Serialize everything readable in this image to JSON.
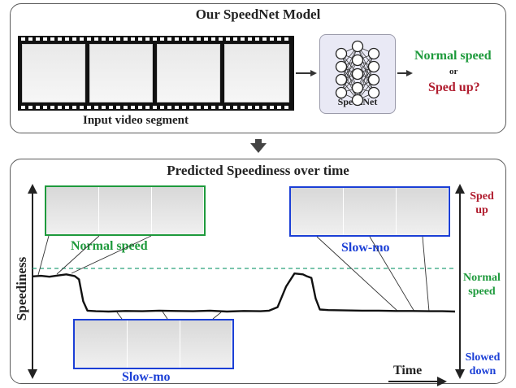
{
  "top_panel": {
    "title": "Our SpeedNet Model",
    "input_caption": "Input video segment",
    "network_label": "SpeedNet",
    "output_normal": "Normal speed",
    "output_or": "or",
    "output_sped_up": "Sped up?"
  },
  "bottom_panel": {
    "title": "Predicted Speediness over time",
    "y_axis_label": "Speediness",
    "x_axis_label": "Time",
    "right_labels": {
      "sped_up_line1": "Sped",
      "sped_up_line2": "up",
      "normal_line1": "Normal",
      "normal_line2": "speed",
      "slowed_line1": "Slowed",
      "slowed_line2": "down"
    },
    "callouts": {
      "normal_speed": "Normal speed",
      "slow_mo_top": "Slow-mo",
      "slow_mo_bottom": "Slow-mo"
    }
  },
  "colors": {
    "green": "#1e9a3c",
    "red": "#b01c2e",
    "blue": "#1b3fd6",
    "curve": "#111111",
    "threshold": "#2aa27a"
  },
  "chart_data": {
    "type": "line",
    "title": "Predicted Speediness over time",
    "xlabel": "Time",
    "ylabel": "Speediness",
    "normal_speed_threshold": 0.0,
    "series": [
      {
        "x": [
          0.0,
          0.02,
          0.04,
          0.06,
          0.08,
          0.1,
          0.11,
          0.12,
          0.13,
          0.15,
          0.18,
          0.22,
          0.26,
          0.3,
          0.34,
          0.38,
          0.42,
          0.46,
          0.5,
          0.54,
          0.56,
          0.58,
          0.6,
          0.62,
          0.64,
          0.65,
          0.66,
          0.67,
          0.68,
          0.7,
          0.74,
          0.78,
          0.82,
          0.86,
          0.9,
          0.94,
          0.97,
          1.0
        ],
        "values": [
          -0.05,
          -0.03,
          -0.06,
          -0.02,
          0.02,
          -0.04,
          -0.15,
          -0.9,
          -1.22,
          -1.24,
          -1.25,
          -1.23,
          -1.24,
          -1.22,
          -1.23,
          -1.24,
          -1.22,
          -1.25,
          -1.23,
          -1.24,
          -1.22,
          -1.1,
          -0.4,
          0.05,
          0.02,
          -0.05,
          -0.1,
          -0.8,
          -1.18,
          -1.2,
          -1.21,
          -1.22,
          -1.22,
          -1.23,
          -1.23,
          -1.24,
          -1.24,
          -1.25
        ]
      }
    ]
  }
}
